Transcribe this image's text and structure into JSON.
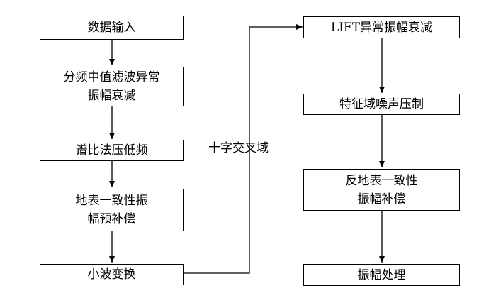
{
  "nodes": {
    "data_input": {
      "lines": [
        "数据输入"
      ]
    },
    "freq_median": {
      "lines": [
        "分频中值滤波异常",
        "振幅衰减"
      ]
    },
    "spectral_ratio": {
      "lines": [
        "谱比法压低频"
      ]
    },
    "surface_pre": {
      "lines": [
        "地表一致性振",
        "幅预补偿"
      ]
    },
    "wavelet": {
      "lines": [
        "小波变换"
      ]
    },
    "lift": {
      "lines": [
        "LIFT异常振幅衰减"
      ]
    },
    "feature_noise": {
      "lines": [
        "特征域噪声压制"
      ]
    },
    "inverse_surface": {
      "lines": [
        "反地表一致性",
        "振幅补偿"
      ]
    },
    "amplitude": {
      "lines": [
        "振幅处理"
      ]
    }
  },
  "edge_labels": {
    "cross_domain": "十字交叉域"
  },
  "colors": {
    "stroke": "#000000",
    "background": "#ffffff"
  }
}
